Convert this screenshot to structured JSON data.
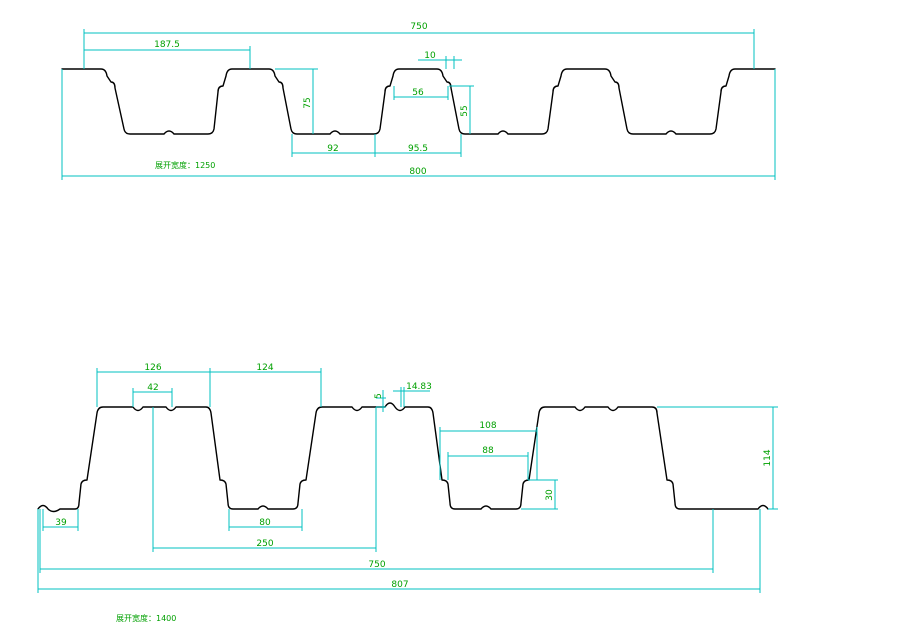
{
  "colors": {
    "profile": "#000000",
    "dimension_line": "#00c0c0",
    "dimension_text": "#00a000",
    "background": "#ffffff"
  },
  "top_profile": {
    "dims": {
      "overall_cover": "750",
      "rib_pitch": "187.5",
      "top_small": "10",
      "top_flange": "56",
      "height": "75",
      "rib_depth_inner": "55",
      "bottom_a": "92",
      "bottom_b": "95.5",
      "overall_width": "800"
    },
    "note": "展开宽度：1250"
  },
  "bottom_profile": {
    "dims": {
      "rib_a": "126",
      "rib_b": "124",
      "groove": "42",
      "small_5": "5",
      "small_1483": "14.83",
      "top_108": "108",
      "top_88": "88",
      "height": "114",
      "step_30": "30",
      "edge_39": "39",
      "bottom_80": "80",
      "pitch_250": "250",
      "cover_750": "750",
      "overall_807": "807"
    },
    "note": "展开宽度：1400"
  }
}
